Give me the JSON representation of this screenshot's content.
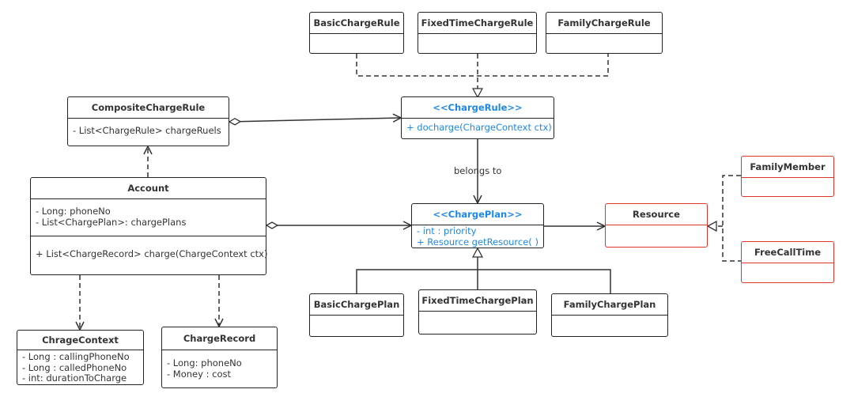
{
  "classes": {
    "basic_charge_rule": {
      "name": "BasicChargeRule"
    },
    "fixed_time_charge_rule": {
      "name": "FixedTimeChargeRule"
    },
    "family_charge_rule": {
      "name": "FamilyChargeRule"
    },
    "composite_charge_rule": {
      "name": "CompositeChargeRule",
      "attributes": [
        "- List<ChargeRule> chargeRuels"
      ]
    },
    "charge_rule": {
      "name": "<<ChargeRule>>",
      "methods": [
        "+ docharge(ChargeContext ctx)"
      ]
    },
    "account": {
      "name": "Account",
      "attributes": [
        "- Long: phoneNo",
        "- List<ChargePlan>: chargePlans"
      ],
      "methods": [
        "+ List<ChargeRecord> charge(ChargeContext ctx)"
      ]
    },
    "charge_plan": {
      "name": "<<ChargePlan>>",
      "attributes": [
        "-  int : priority",
        "+ Resource getResource( )"
      ]
    },
    "resource": {
      "name": "Resource"
    },
    "family_member": {
      "name": "FamilyMember"
    },
    "free_call_time": {
      "name": "FreeCallTime"
    },
    "basic_charge_plan": {
      "name": "BasicChargePlan"
    },
    "fixed_time_charge_plan": {
      "name": "FixedTimeChargePlan"
    },
    "family_charge_plan": {
      "name": "FamilyChargePlan"
    },
    "charge_context": {
      "name": "ChrageContext",
      "attributes": [
        "- Long : callingPhoneNo",
        "- Long : calledPhoneNo",
        "- int: durationToCharge"
      ]
    },
    "charge_record": {
      "name": "ChargeRecord",
      "attributes": [
        "- Long: phoneNo",
        "- Money : cost"
      ]
    }
  },
  "relations": {
    "belongs_to": "belongs to"
  },
  "colors": {
    "interface_text": "#1e88e5",
    "resource_border": "#e0352b",
    "line": "#333333"
  }
}
